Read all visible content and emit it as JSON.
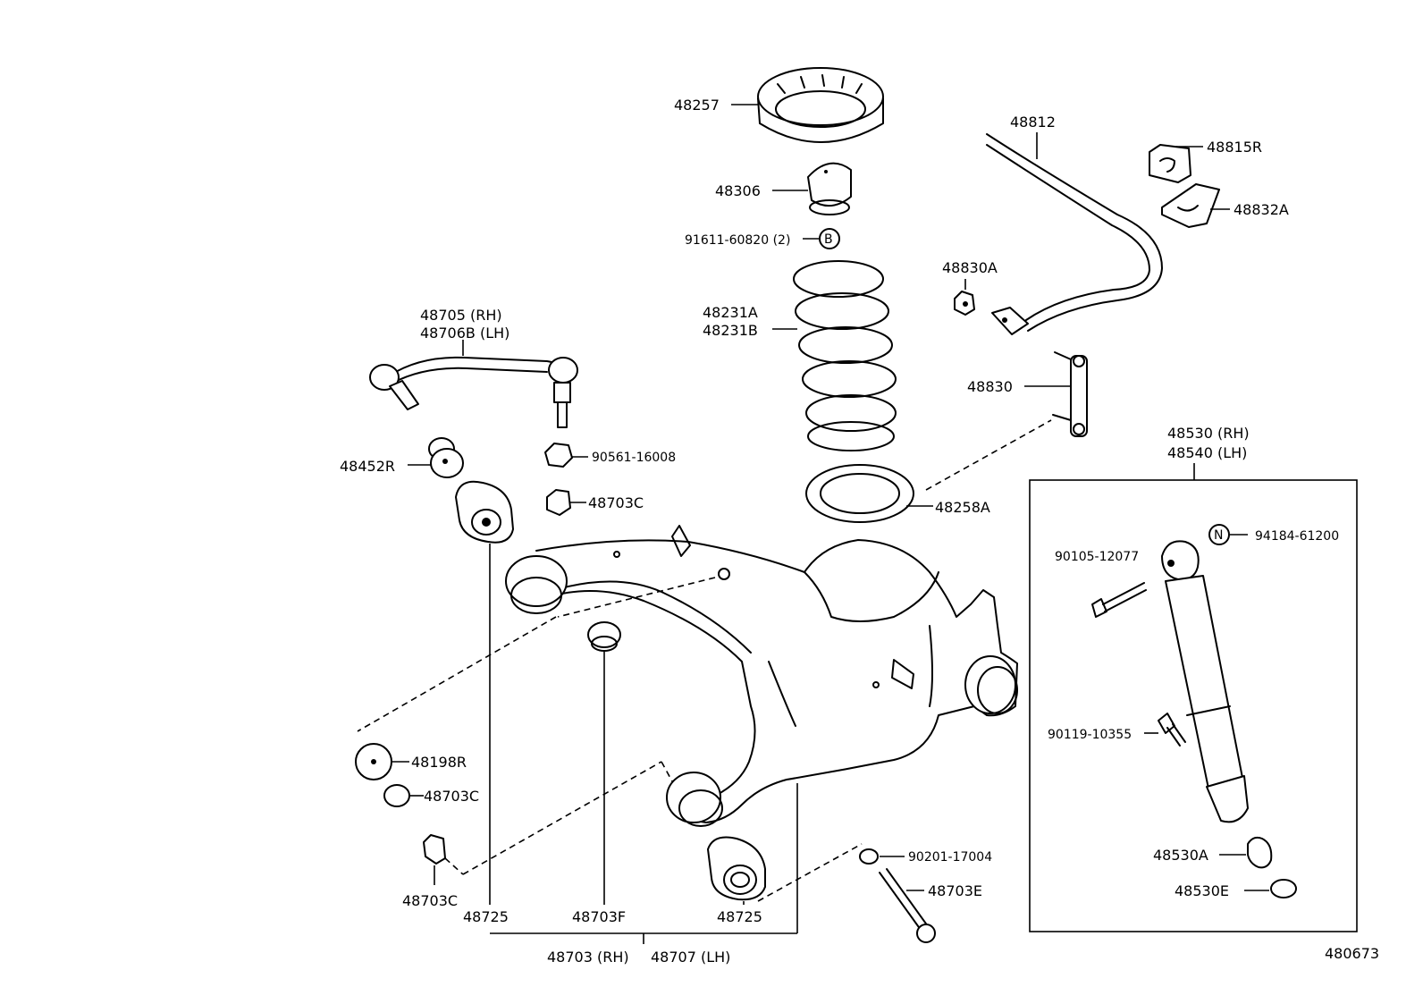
{
  "diagram_id": "480673",
  "parts": {
    "p48257": "48257",
    "p48306": "48306",
    "p91611": "91611-60820 (2)",
    "markB": "B",
    "p48231a": "48231A",
    "p48231b": "48231B",
    "p48258a": "48258A",
    "p48812": "48812",
    "p48815r": "48815R",
    "p48832a": "48832A",
    "p48830a": "48830A",
    "p48830": "48830",
    "p48705": "48705 (RH)",
    "p48706b": "48706B (LH)",
    "p48452r": "48452R",
    "p90561": "90561-16008",
    "p48703c_top": "48703C",
    "p48530": "48530 (RH)",
    "p48540": "48540 (LH)",
    "p90105": "90105-12077",
    "markN": "N",
    "p94184": "94184-61200",
    "p90119": "90119-10355",
    "p48530a": "48530A",
    "p48530e": "48530E",
    "p48198r": "48198R",
    "p48703c_mid": "48703C",
    "p48703c_low": "48703C",
    "p48725_left": "48725",
    "p48703f": "48703F",
    "p48725_right": "48725",
    "p90201": "90201-17004",
    "p48703e": "48703E",
    "p48703rh": "48703 (RH)",
    "p48707lh": "48707 (LH)"
  }
}
